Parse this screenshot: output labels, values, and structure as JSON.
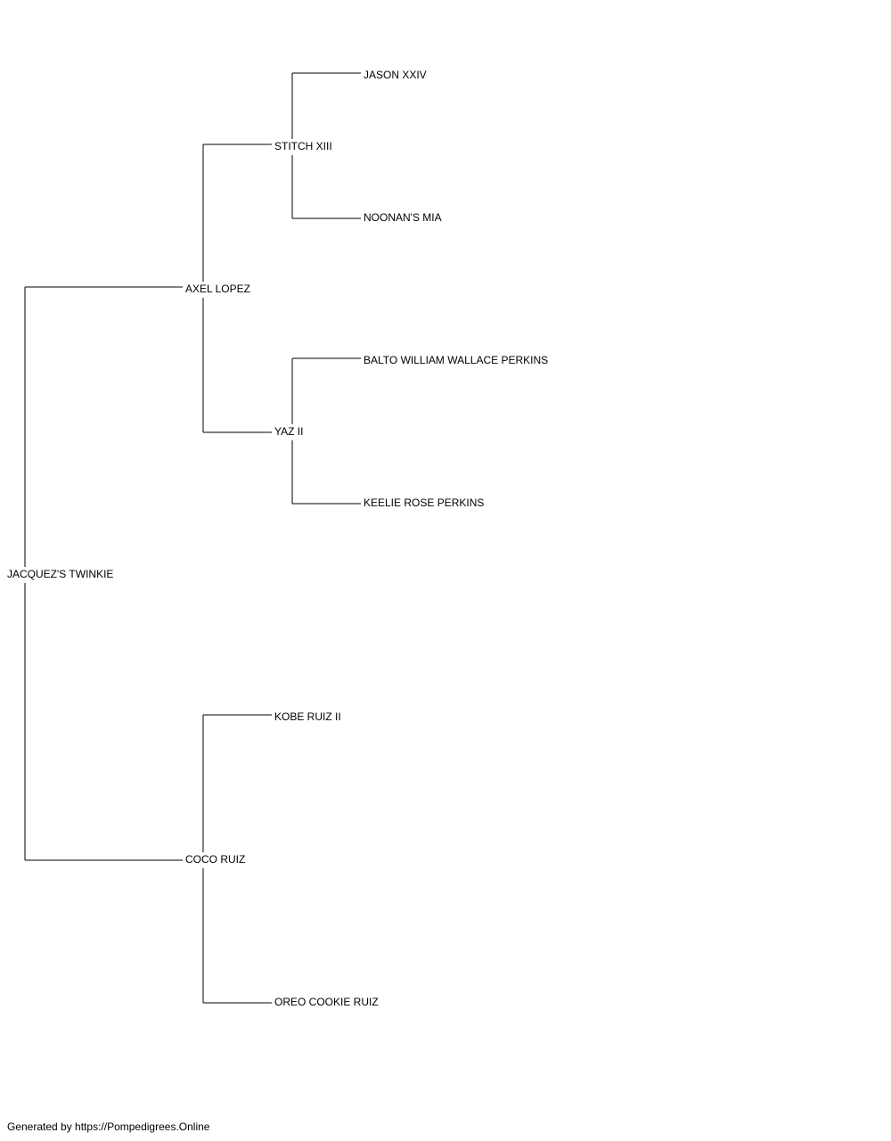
{
  "pedigree": {
    "subject": "JACQUEZ'S TWINKIE",
    "sire": {
      "name": "AXEL LOPEZ",
      "sire": {
        "name": "STITCH XIII",
        "sire": {
          "name": "JASON XXIV"
        },
        "dam": {
          "name": "NOONAN'S MIA"
        }
      },
      "dam": {
        "name": "YAZ II",
        "sire": {
          "name": "BALTO WILLIAM WALLACE PERKINS"
        },
        "dam": {
          "name": "KEELIE ROSE PERKINS"
        }
      }
    },
    "dam": {
      "name": "COCO RUIZ",
      "sire": {
        "name": "KOBE RUIZ II"
      },
      "dam": {
        "name": "OREO COOKIE RUIZ"
      }
    }
  },
  "footer": {
    "text": "Generated by https://Pompedigrees.Online"
  }
}
